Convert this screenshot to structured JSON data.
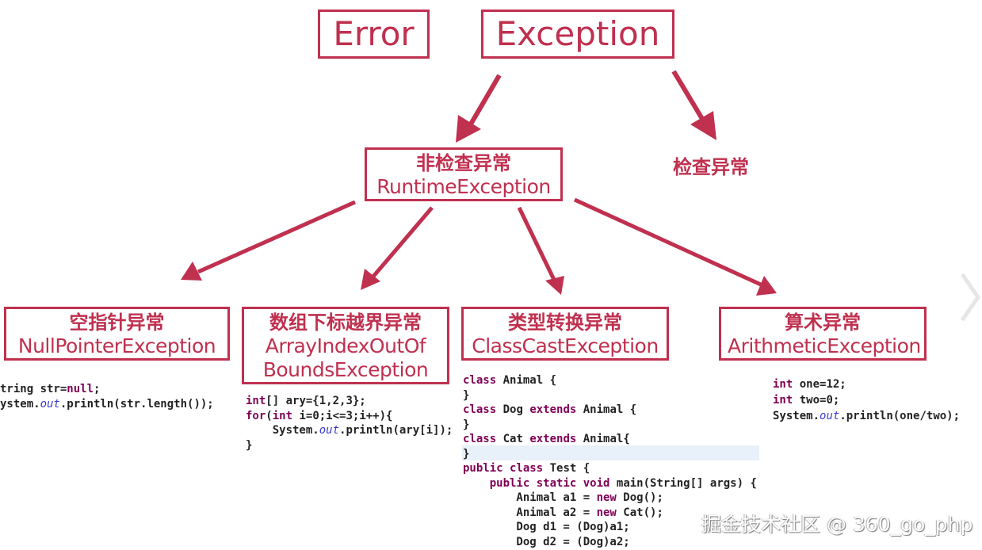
{
  "colors": {
    "accent": "#c0304f",
    "keyword": "#7f0055",
    "field": "#3b3bd6"
  },
  "top": {
    "error": "Error",
    "exception": "Exception"
  },
  "middle": {
    "unchecked_zh": "非检查异常",
    "unchecked_en": "RuntimeException",
    "checked_zh": "检查异常"
  },
  "exceptions": [
    {
      "zh": "空指针异常",
      "en": [
        "NullPointerException"
      ],
      "code": [
        "tring str=null;",
        "ystem.out.println(str.length());"
      ]
    },
    {
      "zh": "数组下标越界异常",
      "en": [
        "ArrayIndexOutOf",
        "BoundsException"
      ],
      "code": [
        "int[] ary={1,2,3};",
        "for(int i=0;i<=3;i++){",
        "    System.out.println(ary[i]);",
        "}"
      ]
    },
    {
      "zh": "类型转换异常",
      "en": [
        "ClassCastException"
      ],
      "code": [
        "class Animal {",
        "}",
        "class Dog extends Animal {",
        "}",
        "class Cat extends Animal{",
        "}",
        "public class Test {",
        "    public static void main(String[] args) {",
        "        Animal a1 = new Dog();",
        "        Animal a2 = new Cat();",
        "        Dog d1 = (Dog)a1;",
        "        Dog d2 = (Dog)a2;"
      ]
    },
    {
      "zh": "算术异常",
      "en": [
        "ArithmeticException"
      ],
      "code": [
        "int one=12;",
        "int two=0;",
        "System.out.println(one/two);"
      ]
    }
  ],
  "watermark": "掘金技术社区 @ 360_go_php",
  "icons": {
    "next": "chevron-right-icon"
  }
}
